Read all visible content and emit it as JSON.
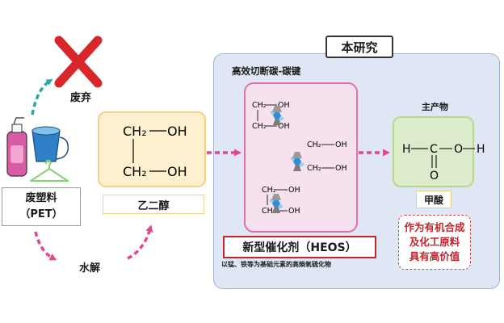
{
  "research": {
    "title": "本研究",
    "cleavage_label": "高效切断碳-碳键",
    "catalyst_name": "新型催化剂（HEOS）",
    "catalyst_description": "以锰、铁等为基础元素的高熵氧硫化物"
  },
  "pet": {
    "line1": "废塑料",
    "line2": "（PET）",
    "discard_label": "废弃",
    "hydrolysis_label": "水解"
  },
  "glycol": {
    "name": "乙二醇",
    "atom_ch2": "CH₂",
    "atom_oh": "OH"
  },
  "product": {
    "main_label": "主产物",
    "name": "甲酸",
    "use_line1": "作为有机合成",
    "use_line2": "及化工原料",
    "use_line3": "具有高价值",
    "atom_h": "H",
    "atom_c": "C",
    "atom_o": "O"
  },
  "colors": {
    "teal_arrow": "#2aa7a1",
    "pink_arrow": "#e0478f",
    "red_x": "#d8262b",
    "catalyst_border": "#e46fa8",
    "product_fill": "#dcebc9",
    "glycol_fill": "#fdf0cf"
  }
}
